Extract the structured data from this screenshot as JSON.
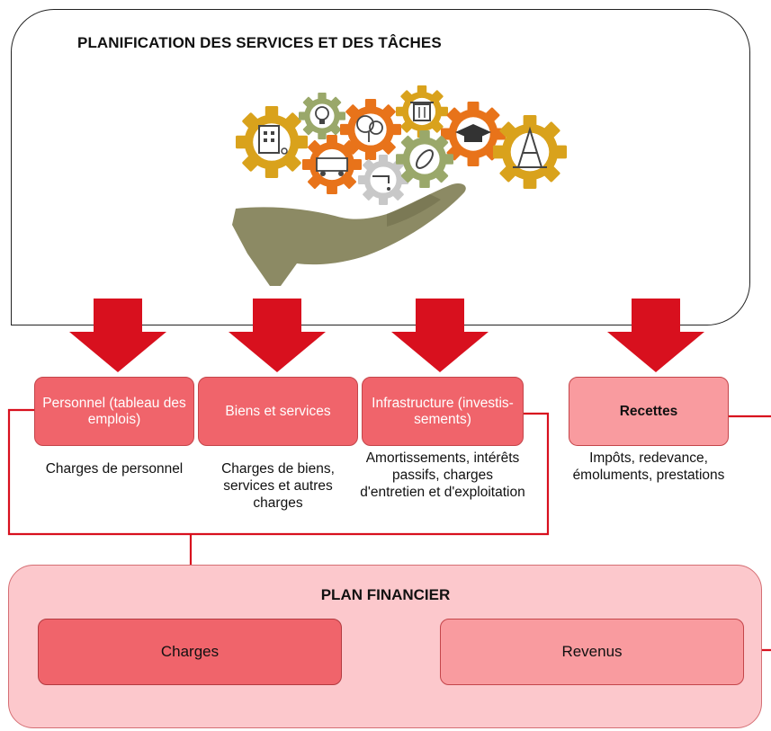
{
  "top_panel": {
    "title": "PLANIFICATION DES SERVICES ET DES TÂCHES"
  },
  "categories": [
    {
      "label": "Personnel (tableau des emplois)",
      "description": "Charges de personnel"
    },
    {
      "label": "Biens et services",
      "description": "Charges de biens, services et autres charges"
    },
    {
      "label": "Infrastructure (investis-sements)",
      "description": "Amortissements, intérêts passifs, charges d'entretien et d'exploitation"
    },
    {
      "label": "Recettes",
      "description": "Impôts, redevance, émoluments, prestations"
    }
  ],
  "plan_financier": {
    "title": "PLAN FINANCIER",
    "charges_label": "Charges",
    "revenus_label": "Revenus"
  },
  "colors": {
    "arrow_red": "#d8101e",
    "box_dark": "#f0646b",
    "box_light": "#f99b9f",
    "panel_pink": "#fcc8cc",
    "gear_gold": "#d9a21c",
    "gear_orange": "#e8731a",
    "gear_olive": "#9aa86a",
    "gear_grey": "#c8c8c8",
    "hand_olive": "#8c8a64"
  },
  "icons": [
    "building-icon",
    "lightbulb-icon",
    "tree-icon",
    "trash-can-icon",
    "graduation-cap-icon",
    "traffic-cone-icon",
    "fire-truck-icon",
    "water-tap-icon",
    "paperclip-icon",
    "hand-icon"
  ]
}
